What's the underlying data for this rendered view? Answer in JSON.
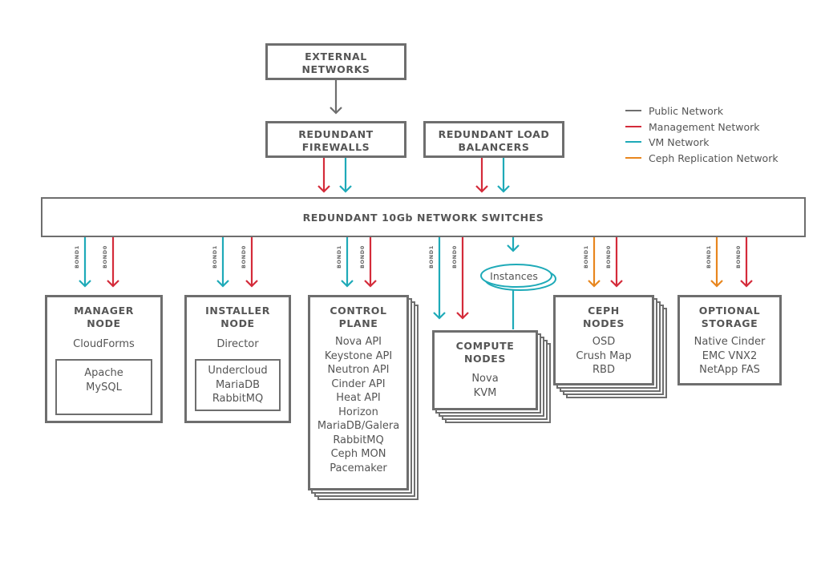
{
  "external": {
    "line1": "EXTERNAL",
    "line2": "NETWORKS"
  },
  "firewalls": {
    "line1": "REDUNDANT",
    "line2": "FIREWALLS"
  },
  "load_balancers": {
    "line1": "REDUNDANT LOAD",
    "line2": "BALANCERS"
  },
  "switches": {
    "label": "REDUNDANT 10Gb NETWORK SWITCHES"
  },
  "legend": {
    "public": {
      "label": "Public Network",
      "color": "#6e6e6e"
    },
    "management": {
      "label": "Management Network",
      "color": "#d42b3a"
    },
    "vm": {
      "label": "VM Network",
      "color": "#1eaab8"
    },
    "ceph": {
      "label": "Ceph Replication Network",
      "color": "#e8861e"
    }
  },
  "bonds": {
    "bond1": "BOND1",
    "bond0": "BOND0"
  },
  "instances": {
    "label": "Instances"
  },
  "manager": {
    "line1": "MANAGER",
    "line2": "NODE",
    "sub": "CloudForms",
    "items": [
      "Apache",
      "MySQL"
    ]
  },
  "installer": {
    "line1": "INSTALLER",
    "line2": "NODE",
    "sub": "Director",
    "items": [
      "Undercloud",
      "MariaDB",
      "RabbitMQ"
    ]
  },
  "control": {
    "line1": "CONTROL",
    "line2": "PLANE",
    "items": [
      "Nova API",
      "Keystone API",
      "Neutron API",
      "Cinder API",
      "Heat API",
      "Horizon",
      "MariaDB/Galera",
      "RabbitMQ",
      "Ceph MON",
      "Pacemaker"
    ]
  },
  "compute": {
    "line1": "COMPUTE",
    "line2": "NODES",
    "items": [
      "Nova",
      "KVM"
    ]
  },
  "ceph": {
    "line1": "CEPH",
    "line2": "NODES",
    "items": [
      "OSD",
      "Crush Map",
      "RBD"
    ]
  },
  "storage": {
    "line1": "OPTIONAL",
    "line2": "STORAGE",
    "items": [
      "Native Cinder",
      "EMC VNX2",
      "NetApp FAS"
    ]
  }
}
